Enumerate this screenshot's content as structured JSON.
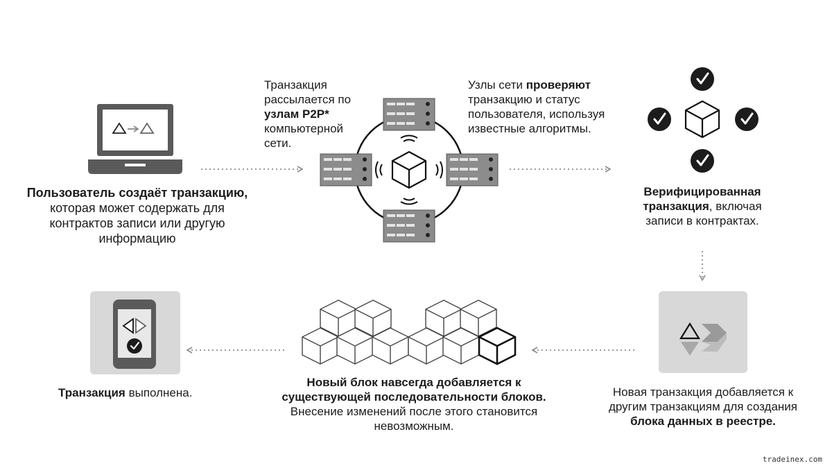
{
  "steps": {
    "create": {
      "bold": "Пользователь создаёт транзакцию,",
      "rest": " которая может содержать для контрактов записи или другую информацию"
    },
    "broadcast": {
      "pre": "Транзакция рассылается по ",
      "bold": "узлам P2P*",
      "post": " компьютерной сети."
    },
    "validate": {
      "pre": "Узлы сети ",
      "bold": "проверяют",
      "post": " транзакцию и статус пользователя, используя известные алгоритмы."
    },
    "verified": {
      "bold": "Верифицированная транзакция",
      "rest": ", включая записи в контрактах."
    },
    "combine": {
      "pre": "Новая транзакция добавляется к другим транзакциям для создания ",
      "bold": "блока данных в реестре."
    },
    "chain": {
      "bold": "Новый блок навсегда добавляется к существующей последовательности блоков.",
      "rest": " Внесение изменений после этого становится невозможным."
    },
    "complete": {
      "bold": "Транзакция",
      "rest": " выполнена."
    }
  },
  "watermark": "tradeinex.com",
  "colors": {
    "ink": "#1c1c1c",
    "device": "#5a5a5a",
    "server": "#8c8c8c",
    "panel": "#d8d8d8",
    "arrow": "#9a9a9a"
  }
}
